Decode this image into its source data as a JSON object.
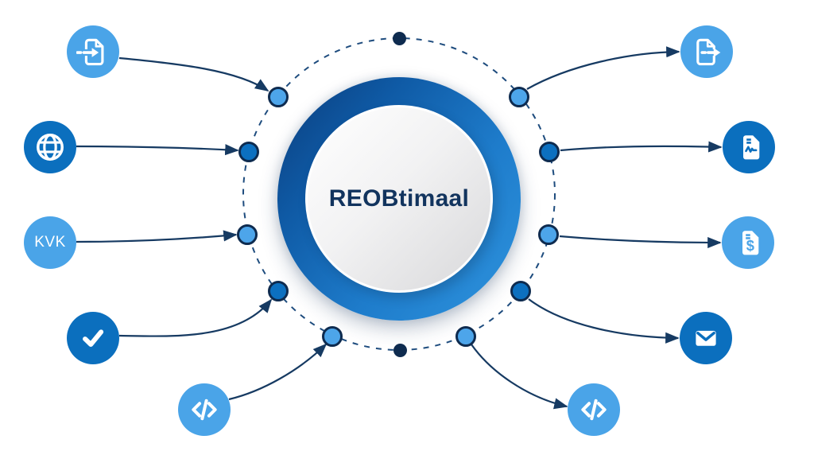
{
  "diagram": {
    "center_label": "REOBtimaal",
    "inputs": [
      {
        "name": "file-import",
        "icon": "file-import-icon",
        "label": ""
      },
      {
        "name": "website",
        "icon": "globe-icon",
        "label": ""
      },
      {
        "name": "kvk-registry",
        "icon": "kvk-badge",
        "label": "KVK"
      },
      {
        "name": "approval",
        "icon": "checkmark-icon",
        "label": ""
      },
      {
        "name": "api-input",
        "icon": "code-icon",
        "label": ""
      }
    ],
    "outputs": [
      {
        "name": "file-export",
        "icon": "file-export-icon",
        "label": ""
      },
      {
        "name": "report-document",
        "icon": "report-document-icon",
        "label": ""
      },
      {
        "name": "invoice-document",
        "icon": "invoice-document-icon",
        "glyph": "$",
        "label": ""
      },
      {
        "name": "email",
        "icon": "envelope-icon",
        "label": ""
      },
      {
        "name": "api-output",
        "icon": "code-icon",
        "label": ""
      }
    ]
  },
  "colors": {
    "light_blue": "#4AA4E8",
    "dark_blue": "#0B6FBE",
    "navy_line": "#163A62",
    "node_border": "#0E2B4F",
    "orbit_dash": "#1E4C7E",
    "ring_gradient_start": "#0A3C7B",
    "ring_gradient_end": "#2F94DE",
    "inner_circle_gray": "#D8D8DA",
    "center_text": "#12345E"
  }
}
